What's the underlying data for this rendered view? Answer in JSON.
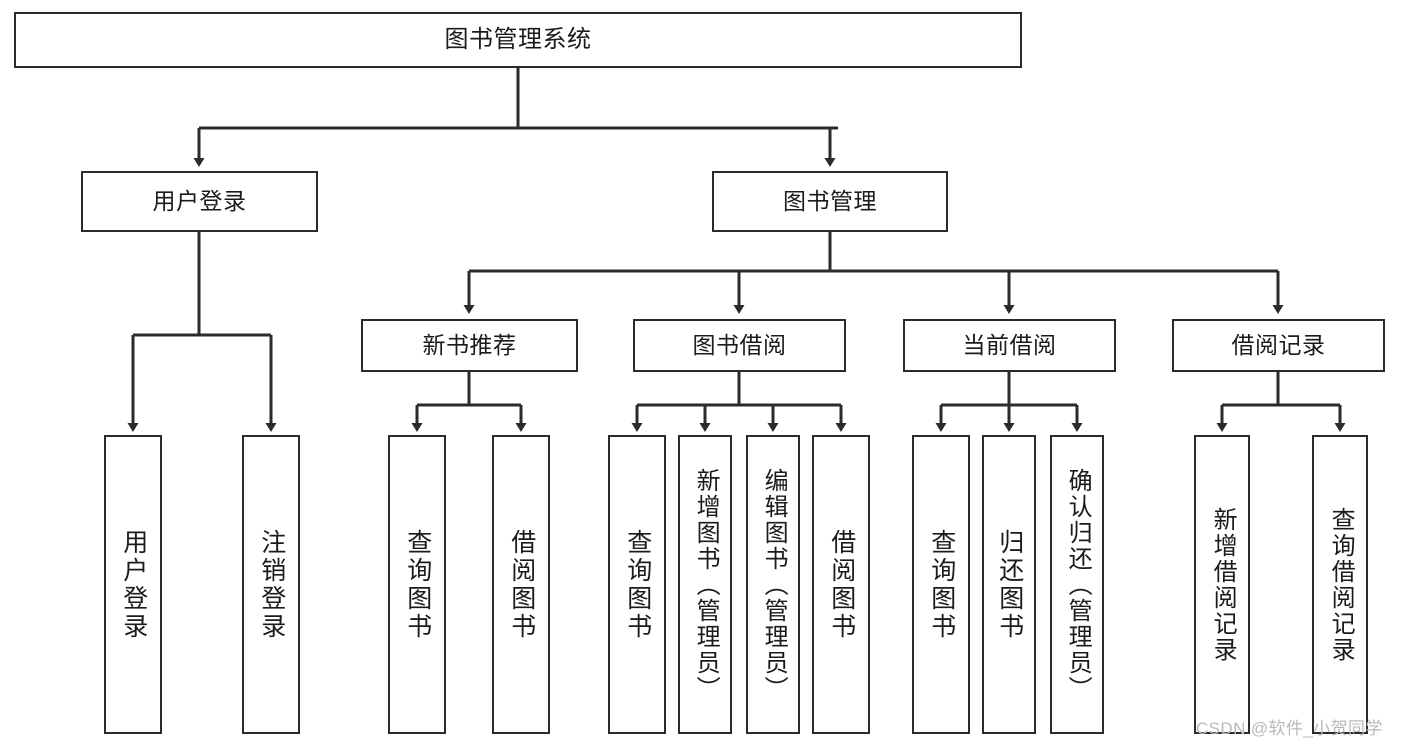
{
  "diagram": {
    "title": "图书管理系统",
    "nodes": {
      "root": "图书管理系统",
      "user_login": "用户登录",
      "book_manage": "图书管理",
      "new_book_rec": "新书推荐",
      "book_borrow": "图书借阅",
      "current_borrow": "当前借阅",
      "borrow_record": "借阅记录",
      "leaf_user_login": "用户登录",
      "leaf_logout": "注销登录",
      "leaf_query_book_1": "查询图书",
      "leaf_borrow_book_1": "借阅图书",
      "leaf_query_book_2": "查询图书",
      "leaf_add_book_admin": "新增图书（管理员）",
      "leaf_edit_book_admin": "编辑图书（管理员）",
      "leaf_borrow_book_2": "借阅图书",
      "leaf_query_book_3": "查询图书",
      "leaf_return_book": "归还图书",
      "leaf_confirm_return_admin": "确认归还（管理员）",
      "leaf_add_record": "新增借阅记录",
      "leaf_query_record": "查询借阅记录"
    },
    "colors": {
      "stroke": "#2b2b2b",
      "fill": "#ffffff",
      "text": "#1b1b1b",
      "watermark": "#b9b9b9"
    }
  },
  "watermark": {
    "text": "CSDN @软件_小贺同学"
  }
}
